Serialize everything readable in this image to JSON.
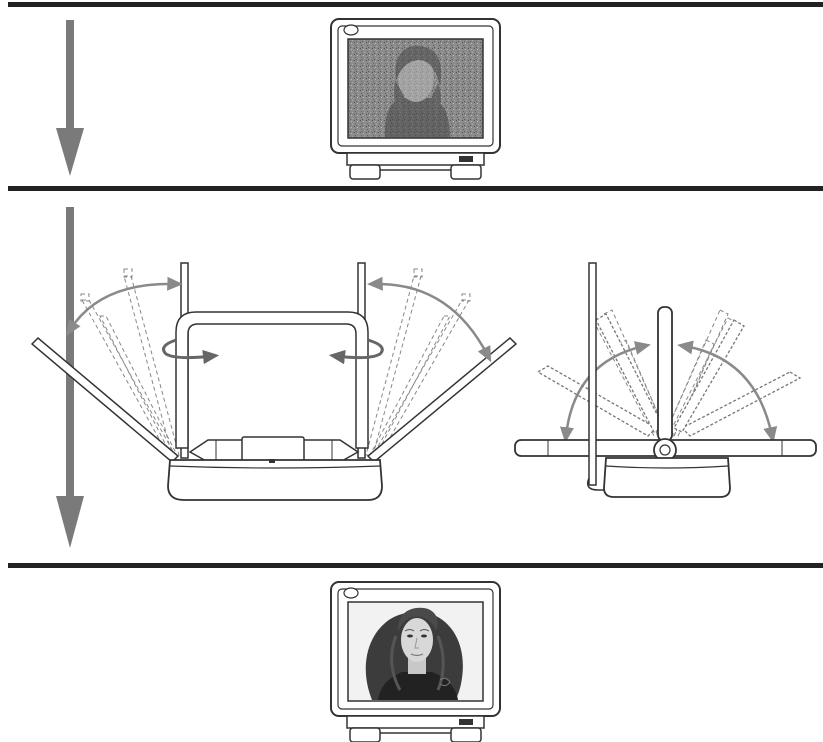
{
  "figure": {
    "panels": [
      {
        "role": "before",
        "tv_picture": "noisy-portrait"
      },
      {
        "role": "adjust",
        "views": [
          "front-view-antenna",
          "side-view-antenna"
        ]
      },
      {
        "role": "after",
        "tv_picture": "clear-portrait"
      }
    ]
  },
  "colors": {
    "divider": "#222222",
    "arrow": "#7a7a7a",
    "outline": "#333333",
    "motion_arc": "#8a8a8a",
    "ghost": "#888888",
    "screen_noisy": "#7d7d7d",
    "screen_clear": "#f2f2f2",
    "hair": "#3c3c3c",
    "skin": "#d8d8d8"
  }
}
